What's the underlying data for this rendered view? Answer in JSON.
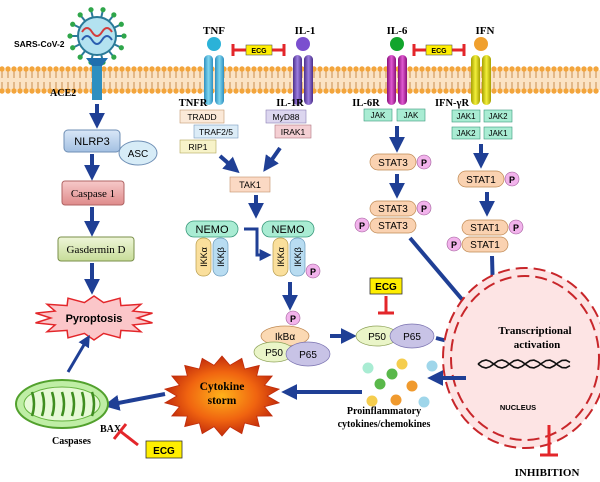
{
  "virus": {
    "label": "SARS-CoV-2"
  },
  "receptors": {
    "ace2": "ACE2",
    "tnf": "TNF",
    "il1": "IL-1",
    "il6": "IL-6",
    "ifn": "IFN",
    "tnfr": "TNFR",
    "il1r": "IL-1R",
    "il6r": "IL-6R",
    "ifngr": "IFN-γR"
  },
  "ecg_label": "ECG",
  "adaptors": {
    "tradd": "TRADD",
    "traf": "TRAF2/5",
    "rip1": "RIP1",
    "myd88": "MyD88",
    "irak1": "IRAK1",
    "tak1": "TAK1",
    "jak": "JAK",
    "jak1": "JAK1",
    "jak2": "JAK2"
  },
  "pyroptosis_path": {
    "nlrp3": "NLRP3",
    "asc": "ASC",
    "caspase1": "Caspase 1",
    "gasdermin": "Gasdermin D",
    "pyroptosis": "Pyroptosis"
  },
  "nfkb": {
    "nemo": "NEMO",
    "ikka": "IKKα",
    "ikkb": "IKKβ",
    "ikba": "IkBα",
    "p50": "P50",
    "p65": "P65",
    "p": "P"
  },
  "stat": {
    "stat3": "STAT3",
    "stat1": "STAT1"
  },
  "nucleus": {
    "transcriptional": "Transcriptional",
    "activation": "activation",
    "label": "NUCLEUS"
  },
  "cytokine": {
    "storm_line1": "Cytokine",
    "storm_line2": "storm",
    "proinflammatory_line1": "Proinflammatory",
    "proinflammatory_line2": "cytokines/chemokines"
  },
  "mito": {
    "bax": "BAX",
    "caspases": "Caspases"
  },
  "legend": {
    "inhibition": "INHIBITION"
  },
  "colors": {
    "arrow": "#1f3f95",
    "inhibit": "#e3262a",
    "ecg_fill": "#ffee00",
    "membrane_head": "#f3a53c",
    "mint": "#a9ecd3",
    "p_circle": "#f2b3ec",
    "stat_fill": "#fad2b1",
    "nucleus_fill": "#fde4e4"
  }
}
